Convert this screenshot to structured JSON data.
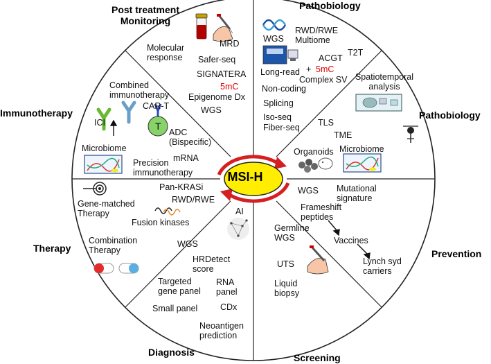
{
  "colors": {
    "hub_fill": "#ffee00",
    "hub_ring": "#d42020",
    "accent_red": "#e00000",
    "line": "#222222"
  },
  "center": {
    "label": "MSI-H"
  },
  "sections": {
    "post_treatment": {
      "title_line1": "Post treatment",
      "title_line2": "Monitoring"
    },
    "pathobiology_top": {
      "title": "Pathobiology"
    },
    "pathobiology_right": {
      "title": "Pathobiology"
    },
    "immunotherapy": {
      "title": "Immunotherapy"
    },
    "therapy": {
      "title": "Therapy"
    },
    "prevention": {
      "title": "Prevention"
    },
    "diagnosis": {
      "title": "Diagnosis"
    },
    "screening": {
      "title": "Screening"
    }
  },
  "labels": {
    "molecular_response": [
      "Molecular",
      "response"
    ],
    "mrd": "MRD",
    "safer_seq": "Safer-seq",
    "signatera": "SIGNATERA",
    "fivemc_a": "5mC",
    "epigenome_dx": "Epigenome Dx",
    "wgs_a": "WGS",
    "wgs_b": "WGS",
    "rwd_multiome": [
      "RWD/RWE",
      "Multiome"
    ],
    "t2t": "T2T",
    "acgt": "ACGT",
    "plus": "+",
    "fivemc_b": "5mC",
    "long_read": "Long-read",
    "complex_sv": "Complex SV",
    "non_coding": "Non-coding",
    "splicing": "Splicing",
    "iso_seq": "Iso-seq",
    "fiber_seq": "Fiber-seq",
    "spatiotemporal": [
      "Spatiotemporal",
      "analysis"
    ],
    "tls": "TLS",
    "tme": "TME",
    "organoids": "Organoids",
    "microbiome_r": "Microbiome",
    "combined_immuno": [
      "Combined",
      "immunotherapy"
    ],
    "car_t": "CAR-T",
    "t_cell": "T",
    "ici": "ICI",
    "microbiome_l": "Microbiome",
    "adc": [
      "ADC",
      "(Bispecific)"
    ],
    "mrna": "mRNA",
    "precision_immuno": [
      "Precision",
      "immunotherapy"
    ],
    "pan_kras": "Pan-KRASi",
    "rwd_rwe": "RWD/RWE",
    "gene_matched": [
      "Gene-matched",
      "Therapy"
    ],
    "fusion_kinases": "Fusion kinases",
    "combination": [
      "Combination",
      "Therapy"
    ],
    "ai": "AI",
    "wgs_dx": "WGS",
    "hrdetect": [
      "HRDetect",
      "score"
    ],
    "targeted": [
      "Targeted",
      "gene panel"
    ],
    "rna_panel": [
      "RNA",
      "panel"
    ],
    "small_panel": "Small panel",
    "cdx": "CDx",
    "neoantigen": [
      "Neoantigen",
      "prediction"
    ],
    "wgs_prev": "WGS",
    "mut_sig": [
      "Mutational",
      "signature"
    ],
    "frameshift": [
      "Frameshift",
      "peptides"
    ],
    "vaccines": "Vaccines",
    "lynch": [
      "Lynch syd",
      "carriers"
    ],
    "germline": [
      "Germline",
      "WGS"
    ],
    "uts": "UTS",
    "liquid": [
      "Liquid",
      "biopsy"
    ]
  }
}
